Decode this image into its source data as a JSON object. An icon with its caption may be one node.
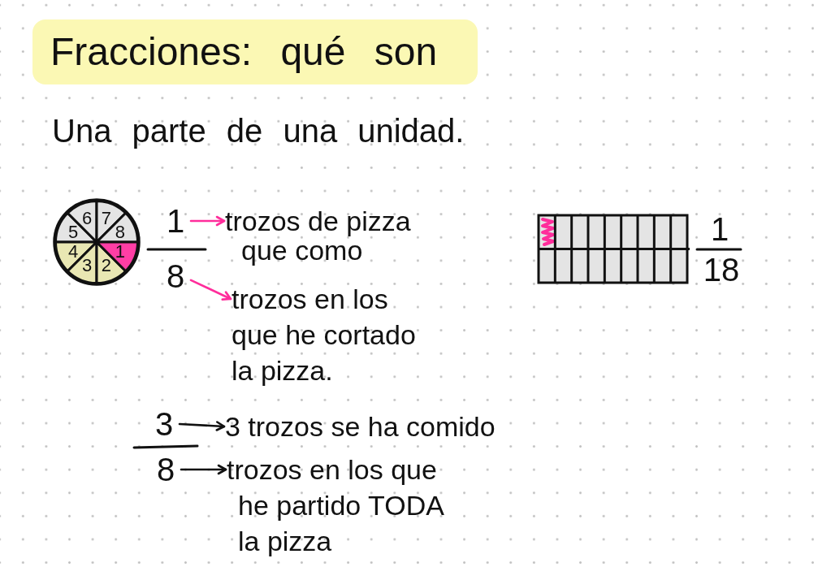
{
  "diagram": {
    "title": "Fracciones: qué son",
    "nodes": [
      {
        "text": [],
        "shape": "circle"
      },
      {
        "text": [
          "5"
        ],
        "in": 0
      },
      {
        "text": [
          "6"
        ],
        "in": 0
      },
      {
        "text": [
          "7"
        ],
        "in": 0
      },
      {
        "text": [
          "8"
        ],
        "in": 0
      },
      {
        "text": [
          "4"
        ],
        "in": 0
      },
      {
        "text": [
          "3"
        ],
        "in": 0
      },
      {
        "text": [
          "2"
        ],
        "in": 0
      },
      {
        "text": [
          "1"
        ],
        "in": 0
      },
      {
        "text": [
          "1"
        ]
      },
      {
        "text": [
          "trozos de pizza que como"
        ]
      },
      {
        "text": [
          "8"
        ]
      },
      {
        "text": [
          "trozos en los que he cortado la pizza."
        ]
      },
      {
        "text": [
          "3"
        ]
      },
      {
        "text": [
          "3 trozos se ha comido"
        ]
      },
      {
        "text": [
          "8"
        ]
      },
      {
        "text": [
          "trozos en los que he partido TODA la pizza"
        ]
      }
    ],
    "edges": [
      {
        "from": 9,
        "to": 10,
        "arrow": "to",
        "color": "#ff2d9b"
      },
      {
        "from": 11,
        "to": 12,
        "arrow": "to",
        "color": "#ff2d9b"
      },
      {
        "from": 13,
        "to": 14,
        "arrow": "to",
        "color": "#111111"
      },
      {
        "from": 15,
        "to": 16,
        "arrow": "to",
        "color": "#111111"
      }
    ],
    "labels": [
      "Una parte de una unidad.",
      "1",
      "18"
    ]
  }
}
